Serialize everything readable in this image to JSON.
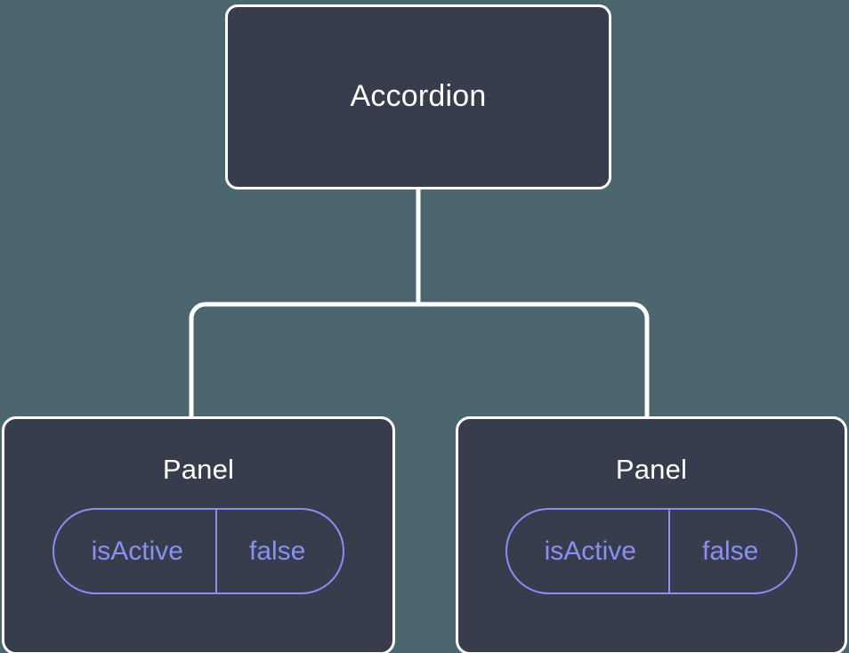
{
  "diagram": {
    "type": "component-tree",
    "background_color": "#4c666f",
    "node_fill_color": "#373d4c",
    "node_border_color": "#ffffff",
    "node_text_color": "#ffffff",
    "accent_color": "#8a8ff2",
    "connector_color": "#ffffff",
    "root": {
      "label": "Accordion"
    },
    "children": [
      {
        "label": "Panel",
        "props": [
          {
            "key": "isActive",
            "value": "false"
          }
        ]
      },
      {
        "label": "Panel",
        "props": [
          {
            "key": "isActive",
            "value": "false"
          }
        ]
      }
    ]
  }
}
